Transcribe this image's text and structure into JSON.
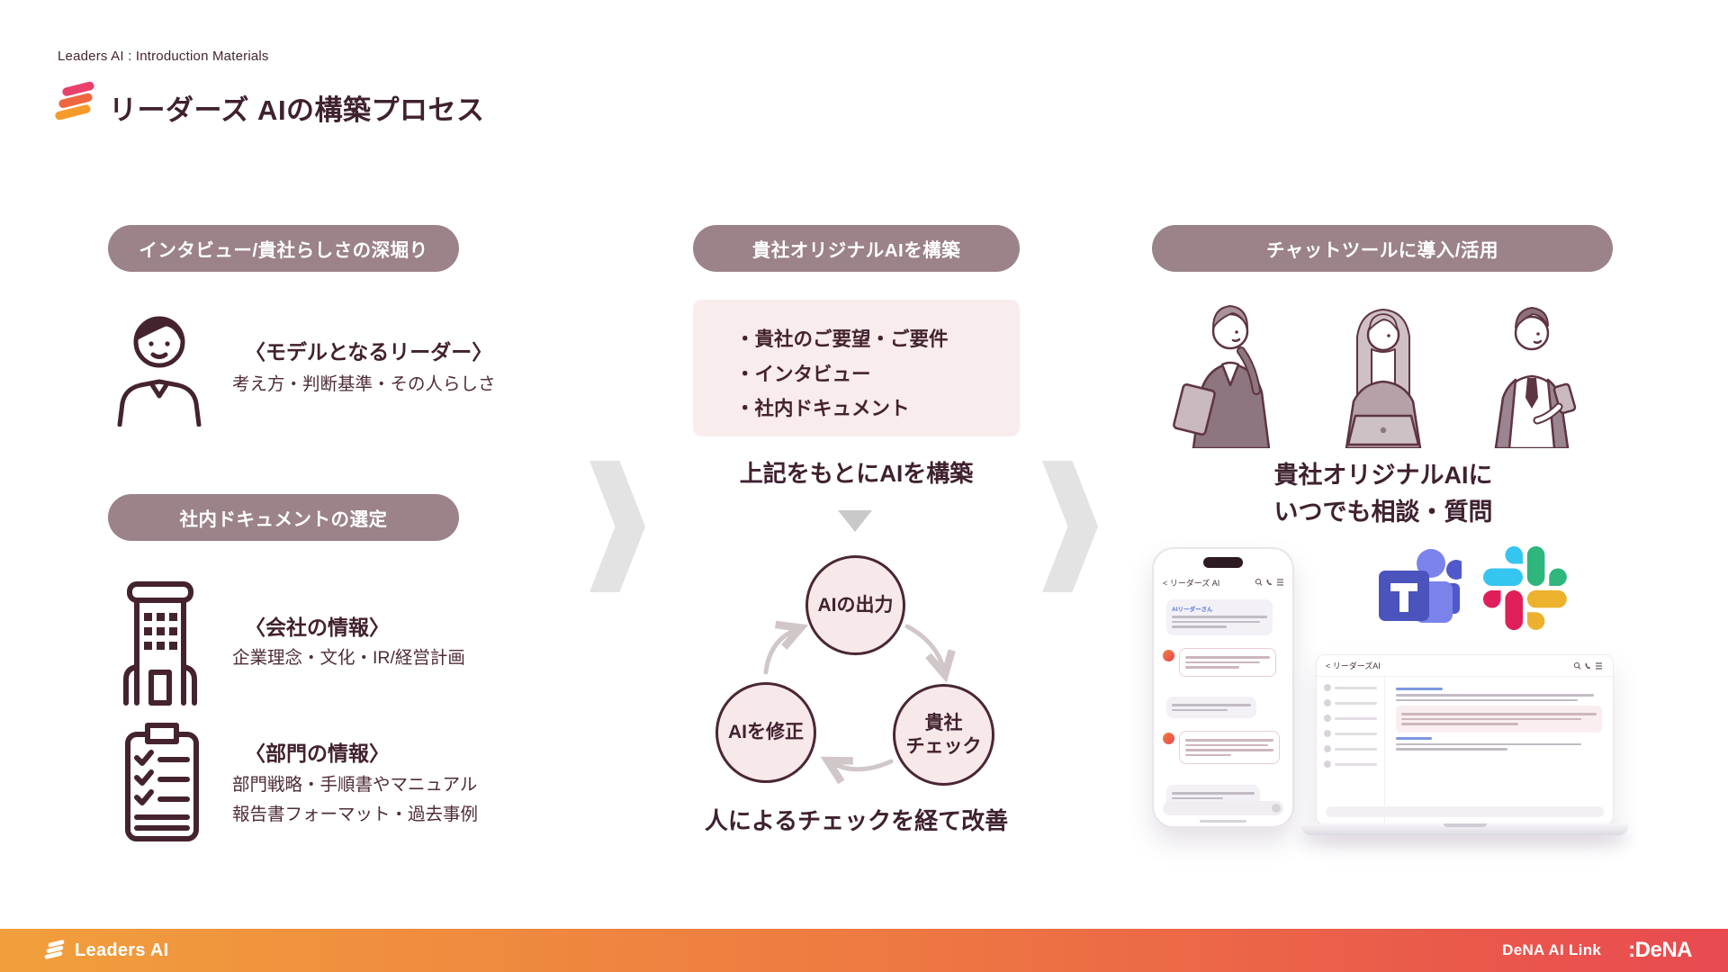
{
  "header": {
    "eyebrow": "Leaders AI : Introduction Materials",
    "title": "リーダーズ AIの構築プロセス"
  },
  "left": {
    "pill1": "インタビュー/貴社らしさの深堀り",
    "leader_heading": "〈モデルとなるリーダー〉",
    "leader_desc": "考え方・判断基準・その人らしさ",
    "pill2": "社内ドキュメントの選定",
    "company_heading": "〈会社の情報〉",
    "company_desc": "企業理念・文化・IR/経営計画",
    "division_heading": "〈部門の情報〉",
    "division_desc1": "部門戦略・手順書やマニュアル",
    "division_desc2": "報告書フォーマット・過去事例"
  },
  "middle": {
    "pill": "貴社オリジナルAIを構築",
    "bullets": [
      "・貴社のご要望・ご要件",
      "・インタビュー",
      "・社内ドキュメント"
    ],
    "build_label": "上記をもとにAIを構築",
    "cycle_top": "AIの出力",
    "cycle_right_line1": "貴社",
    "cycle_right_line2": "チェック",
    "cycle_left": "AIを修正",
    "caption": "人によるチェックを経て改善"
  },
  "right": {
    "pill": "チャットツールに導入/活用",
    "heading_line1": "貴社オリジナルAIに",
    "heading_line2": "いつでも相談・質問",
    "phone_title": "< リーダーズ AI",
    "phone_sender": "AIリーダーさん",
    "laptop_title": "< リーダーズAI"
  },
  "footer": {
    "brand": "Leaders AI",
    "product": "DeNA AI Link",
    "company": "DeNA"
  },
  "colors": {
    "maroon": "#44232f",
    "pill_bg": "#9b8389",
    "pink_box": "#f8ecec",
    "circle_fill": "#f7e8ea",
    "chevron": "#e3e3e3",
    "footer_gradient_start": "#f19f3c",
    "footer_gradient_end": "#e84a50",
    "teams_purple": "#4b53bc",
    "slack_blue": "#36c5f0",
    "slack_green": "#2eb67d",
    "slack_red": "#e01e5a",
    "slack_yellow": "#ecb22e"
  }
}
